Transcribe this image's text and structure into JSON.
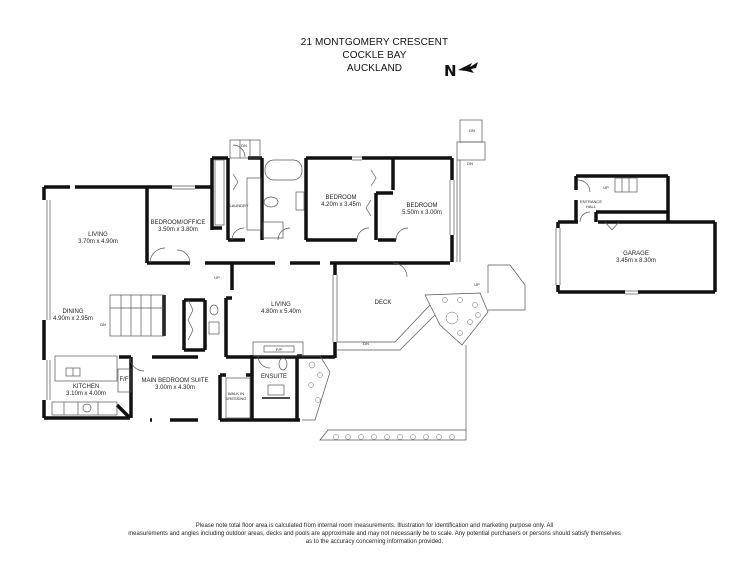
{
  "header": {
    "address_line1": "21 MONTGOMERY CRESCENT",
    "address_line2": "COCKLE BAY",
    "address_line3": "AUCKLAND",
    "north_label": "N",
    "north_icon": "north-arrow-icon"
  },
  "rooms": [
    {
      "name": "LIVING",
      "dims": "3.70m x 4.90m"
    },
    {
      "name": "BEDROOM/OFFICE",
      "dims": "3.50m x 3.80m"
    },
    {
      "name": "LAUNDRY",
      "dims": ""
    },
    {
      "name": "BEDROOM",
      "dims": "4.20m x 3.45m"
    },
    {
      "name": "BEDROOM",
      "dims": "5.50m x 3.00m"
    },
    {
      "name": "LIVING",
      "dims": "4.80m x 5.40m"
    },
    {
      "name": "DINING",
      "dims": "4.90m x 2.95m"
    },
    {
      "name": "KITCHEN",
      "dims": "3.10m x 4.00m"
    },
    {
      "name": "MAIN BEDROOM SUITE",
      "dims": "3.00m x 4.30m"
    },
    {
      "name": "WALK IN DRESSING",
      "dims": ""
    },
    {
      "name": "ENSUITE",
      "dims": ""
    },
    {
      "name": "DECK",
      "dims": ""
    },
    {
      "name": "ENTRANCE HALL",
      "dims": ""
    },
    {
      "name": "GARAGE",
      "dims": "3.45m x 8.30m"
    }
  ],
  "annotations": {
    "ff": "F/F",
    "up": "UP",
    "dn": "DN",
    "fp": "F/P"
  },
  "footer": {
    "line1": "Please note total floor area is calculated from internal room measurements. Illustration for identification and marketing purpose only. All",
    "line2": "measurements and angles including outdoor areas, decks and pools are approximate and may not necessarily be to scale. Any potential purchasers or persons should satisfy themselves",
    "line3": "as to the accuracy concerning information provided."
  }
}
